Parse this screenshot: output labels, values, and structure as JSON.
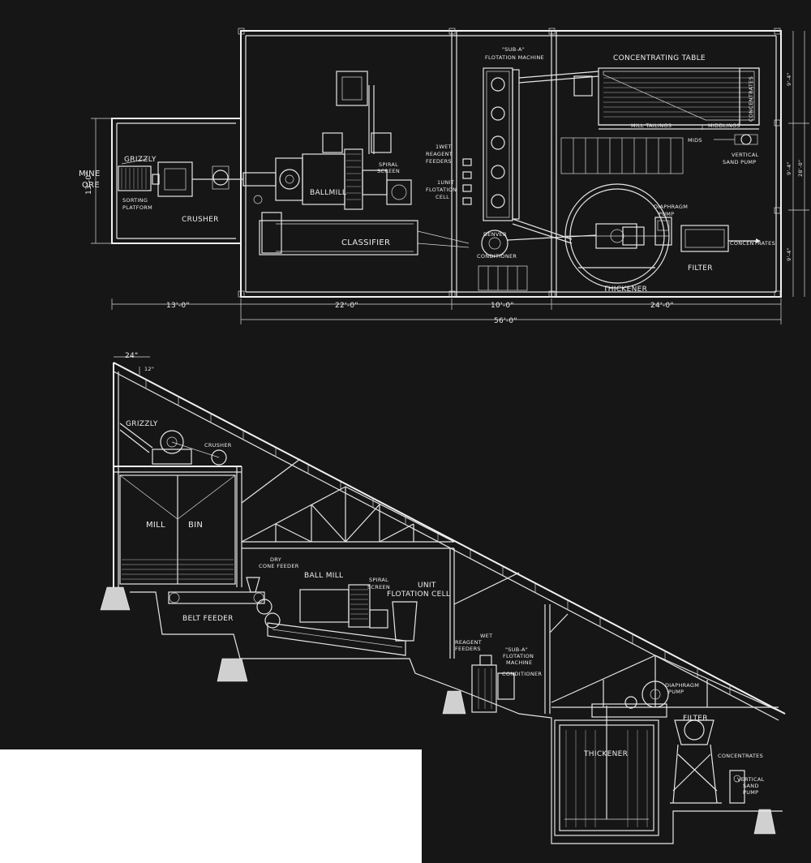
{
  "plan": {
    "labels": {
      "mine_ore_1": "MINE",
      "mine_ore_2": "ORE",
      "grizzly": "GRIZZLY",
      "sorting_1": "SORTING",
      "sorting_2": "PLATFORM",
      "crusher": "CRUSHER",
      "ball_mill": "BALLMILL",
      "classifier": "CLASSIFIER",
      "spiral_1": "SPIRAL",
      "spiral_2": "SCREEN",
      "wet_1": "1WET",
      "wet_2": "REAGENT",
      "wet_3": "FEEDERS",
      "unit_1": "1UNIT",
      "unit_2": "FLOTATION",
      "unit_3": "CELL",
      "suba_1": "\"SUB-A\"",
      "suba_2": "FLOTATION MACHINE",
      "denver": "DENVER",
      "conditioner": "CONDITIONER",
      "conc_table": "CONCENTRATING TABLE",
      "concentrates_v": "CONCENTRATES",
      "mill_tailings": "MILL TAILINGS",
      "middlings": "MIDDLINGS",
      "mids": "MIDS",
      "vsp_1": "VERTICAL",
      "vsp_2": "SAND PUMP",
      "diaphragm_1": "DIAPHRAGM",
      "diaphragm_2": "PUMP",
      "concentrates": "CONCENTRATES",
      "filter": "FILTER",
      "thickener": "THICKENER"
    },
    "dims": {
      "d13_left": "13'-0\"",
      "d13_bottom": "13'-0\"",
      "d22": "22'-0\"",
      "d10": "10'-0\"",
      "d24": "24'-0\"",
      "d56": "56'-0\"",
      "d94_top": "9'-4\"",
      "d94_mid": "9'-4\"",
      "d94_bot": "9'-4\"",
      "d28": "28'-0\""
    }
  },
  "section": {
    "labels": {
      "d24": "24\"",
      "d12": "12\"",
      "grizzly": "GRIZZLY",
      "crusher": "CRUSHER",
      "mill": "MILL",
      "bin": "BIN",
      "dry_1": "DRY",
      "dry_2": "CONE FEEDER",
      "ball_mill": "BALL MILL",
      "spiral_1": "SPIRAL",
      "spiral_2": "SCREEN",
      "unit_1": "UNIT",
      "unit_2": "FLOTATION CELL",
      "belt_feeder": "BELT FEEDER",
      "wet_1": "WET",
      "wet_2": "REAGENT",
      "wet_3": "FEEDERS",
      "suba_1": "\"SUB-A\"",
      "suba_2": "FLOTATION",
      "suba_3": "MACHINE",
      "conditioner": "CONDITIONER",
      "diaphragm_1": "DIAPHRAGM",
      "diaphragm_2": "PUMP",
      "filter": "FILTER",
      "thickener": "THICKENER",
      "concentrates": "CONCENTRATES",
      "vsp_1": "VERTICAL",
      "vsp_2": "SAND",
      "vsp_3": "PUMP"
    }
  }
}
